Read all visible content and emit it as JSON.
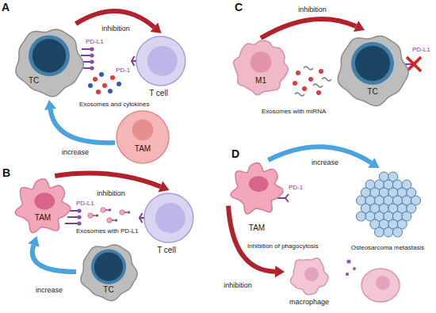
{
  "diagram": {
    "nodes": [
      {
        "text": [
          "TC"
        ]
      },
      {
        "text": [
          "T cell"
        ]
      },
      {
        "text": [
          "TAM"
        ]
      },
      {
        "text": [
          "TAM"
        ]
      },
      {
        "text": [
          "T cell"
        ]
      },
      {
        "text": [
          "TC"
        ]
      },
      {
        "text": [
          "M1"
        ]
      },
      {
        "text": [
          "TC"
        ]
      },
      {
        "text": [
          "TAM"
        ]
      },
      {
        "text": [
          "Osteosarcoma metastasis"
        ]
      },
      {
        "text": [
          "macrophage"
        ]
      }
    ],
    "edges": [
      {
        "from": 0,
        "to": 1,
        "label": "inhibition",
        "arrow": "to"
      },
      {
        "from": 2,
        "to": 0,
        "label": "increase",
        "arrow": "to"
      },
      {
        "from": 3,
        "to": 4,
        "label": "inhibition",
        "arrow": "to"
      },
      {
        "from": 5,
        "to": 3,
        "label": "increase",
        "arrow": "to"
      },
      {
        "from": 6,
        "to": 7,
        "label": "inhibition",
        "arrow": "to"
      },
      {
        "from": 8,
        "to": 9,
        "label": "increase",
        "arrow": "to"
      },
      {
        "from": 8,
        "to": 10,
        "label": "inhibition",
        "arrow": "to"
      }
    ],
    "labels": [
      "A",
      "PD-L1",
      "PD-1",
      "Exosomes and cytokines",
      "B",
      "PD-L1",
      "Exosomes with PD-L1",
      "C",
      "Exosomes with miRNA",
      "PD-L1",
      "D",
      "PD-1",
      "Inhibition of phagocytosis"
    ]
  }
}
